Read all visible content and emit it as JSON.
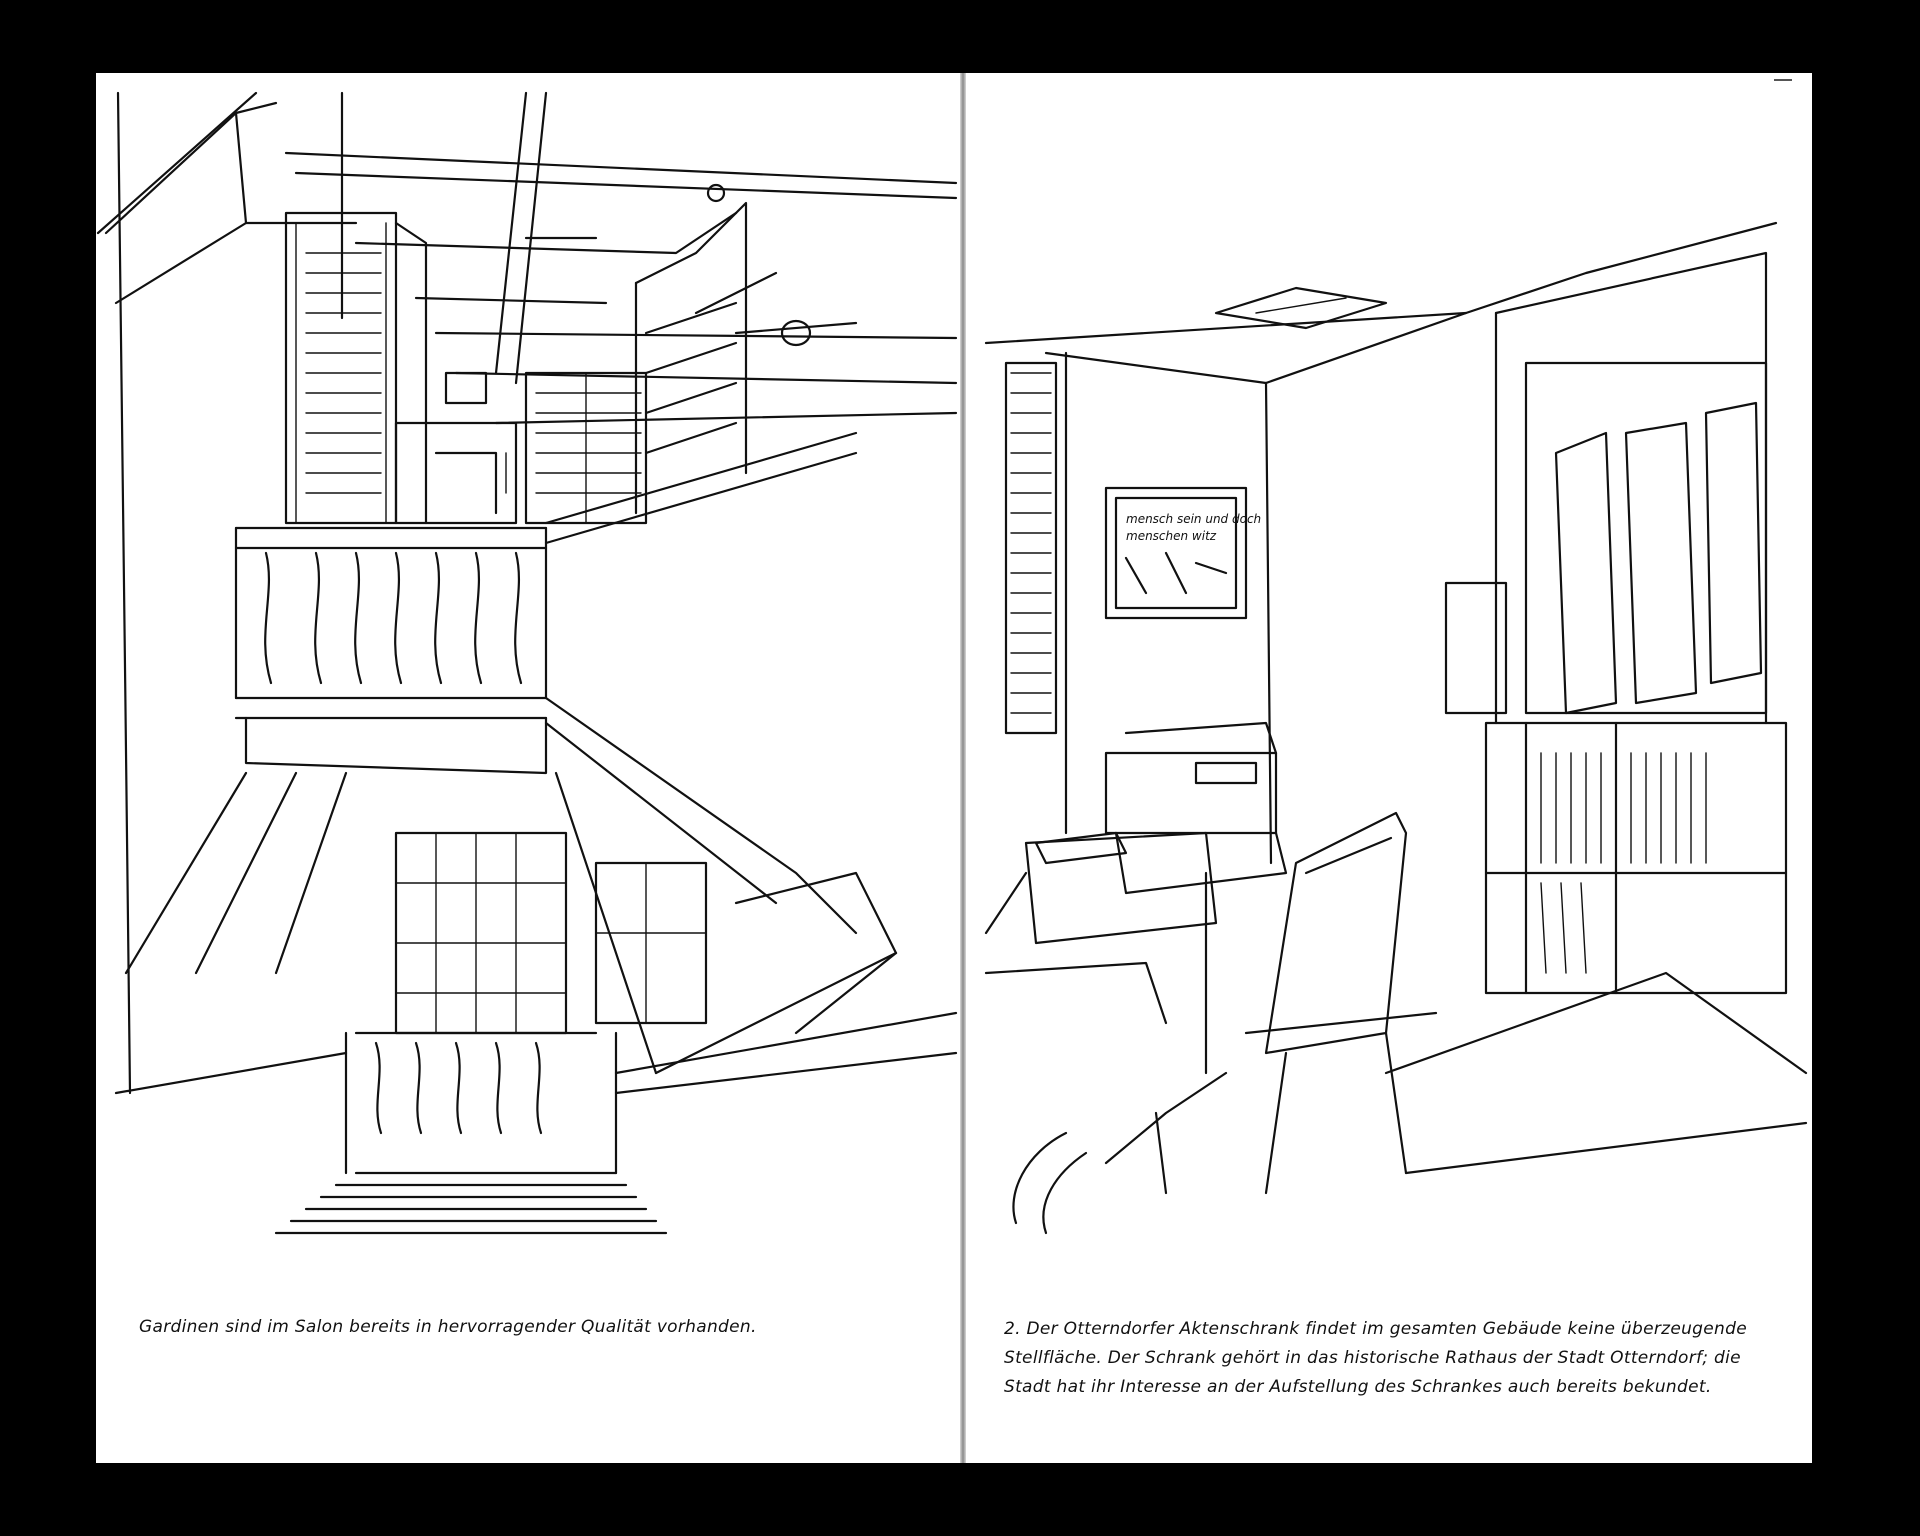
{
  "left_page": {
    "caption": "Gardinen sind im Salon bereits in hervorragender Qualität vorhanden."
  },
  "right_page": {
    "caption": "2. Der Otterndorfer Aktenschrank findet im gesamten Gebäude keine überzeugende Stellfläche. Der Schrank gehört in das historische Rathaus der Stadt Otterndorf; die Stadt hat ihr Interesse an der Aufstellung des Schrankes auch bereits bekundet.",
    "poster_line_1": "mensch sein und doch",
    "poster_line_2": "menschen witz"
  }
}
